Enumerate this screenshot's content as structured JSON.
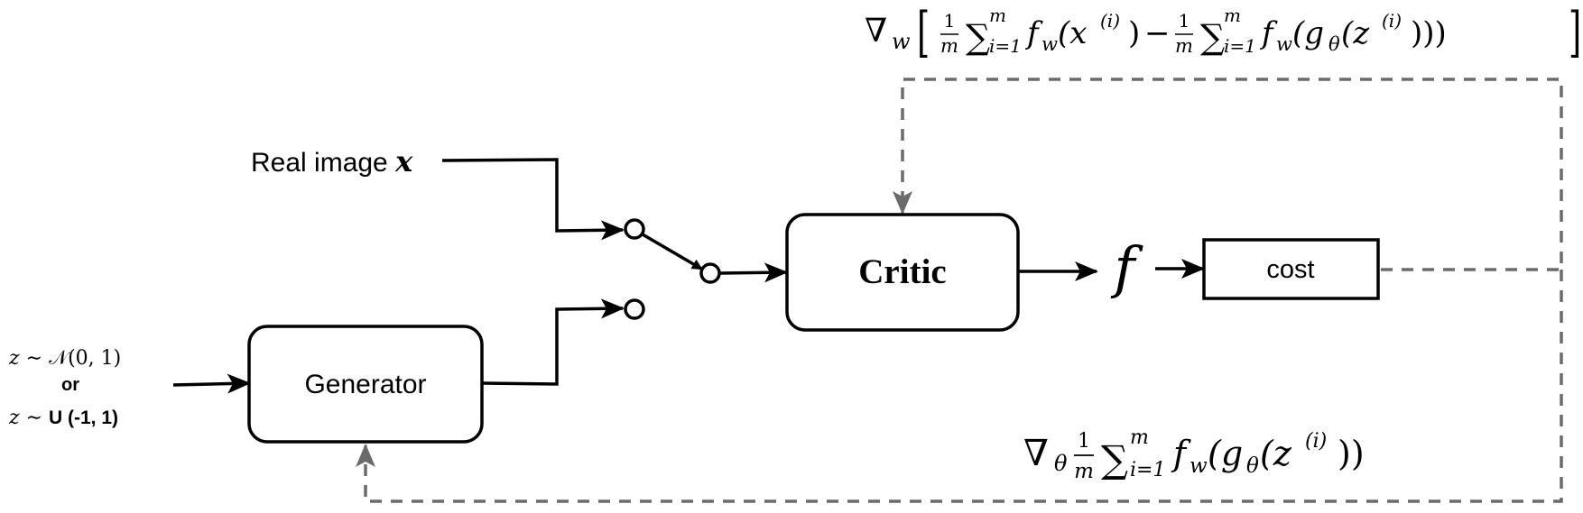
{
  "noise": {
    "normal_prefix": "z ∼ ",
    "normal_dist": "𝒩(0, 1)",
    "or_label": "or",
    "uniform_prefix": "z ∼ ",
    "uniform_dist": "U (-1, 1)"
  },
  "generator": {
    "label": "Generator"
  },
  "real_image": {
    "label": "Real image ",
    "var": "x"
  },
  "critic": {
    "label": "Critic"
  },
  "f_symbol": "f",
  "cost": {
    "label": "cost"
  },
  "critic_gradient": {
    "nabla": "∇",
    "sub": "w",
    "lbrack": "[",
    "frac_num": "1",
    "frac_den": "m",
    "sum": "∑",
    "sum_upper": "m",
    "sum_lower": "i=1",
    "term1": "f",
    "term1_sub": "w",
    "term1_arg": "(x",
    "term1_sup": "(i)",
    "term1_close": ")",
    "minus": "−",
    "frac2_num": "1",
    "frac2_den": "m",
    "sum2": "∑",
    "sum2_upper": "m",
    "sum2_lower": "i=1",
    "term2": "f",
    "term2_sub": "w",
    "term2_g": "(g",
    "term2_gsub": "θ",
    "term2_z": "(z",
    "term2_sup": "(i)",
    "term2_close": ")))",
    "rbrack": "]"
  },
  "generator_gradient": {
    "nabla": "∇",
    "sub": "θ",
    "frac_num": "1",
    "frac_den": "m",
    "sum": "∑",
    "sum_upper": "m",
    "sum_lower": "i=1",
    "term": "f",
    "term_sub": "w",
    "g": "(g",
    "g_sub": "θ",
    "z": "(z",
    "z_sup": "(i)",
    "close": "))"
  }
}
